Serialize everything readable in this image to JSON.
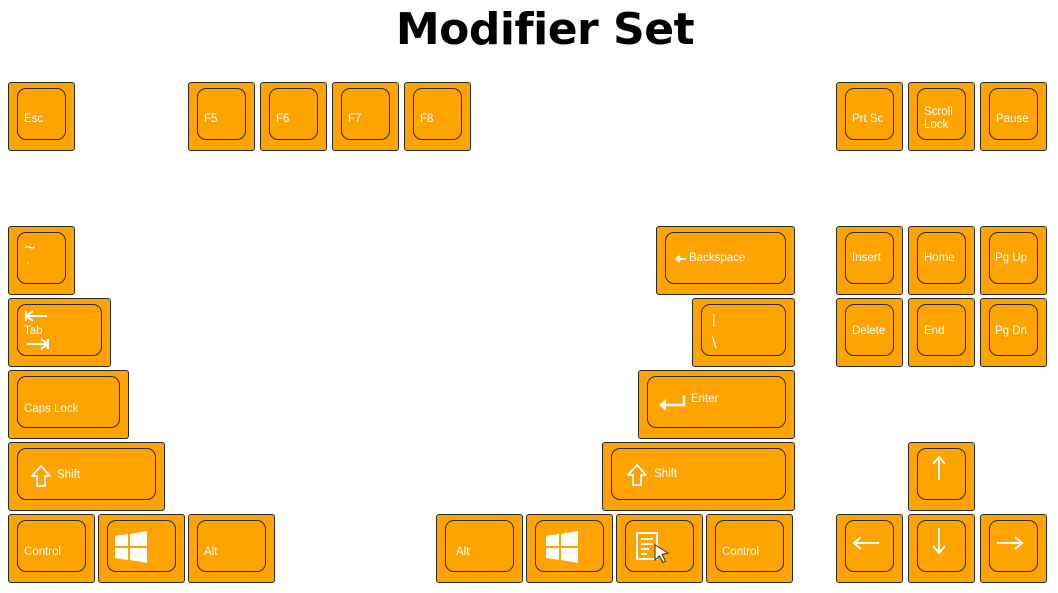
{
  "title": "Modifier Set",
  "colors": {
    "key_fill": "#FFA300",
    "outline": "#2a2a2a",
    "legend": "#ffffff"
  },
  "keys": {
    "esc": "Esc",
    "f5": "F5",
    "f6": "F6",
    "f7": "F7",
    "f8": "F8",
    "prtsc": "Prt Sc",
    "scroll_lock_1": "Scroll",
    "scroll_lock_2": "Lock",
    "pause": "Pause",
    "tilde_top": "~",
    "tilde_bottom": "`",
    "tab": "Tab",
    "caps_lock": "Caps Lock",
    "shift_left": "Shift",
    "control_left": "Control",
    "alt_left": "Alt",
    "backspace": "Backspace",
    "backslash_top": "|",
    "backslash_bottom": "\\",
    "enter": "Enter",
    "shift_right": "Shift",
    "alt_right": "Alt",
    "control_right": "Control",
    "insert": "Insert",
    "home": "Home",
    "pgup": "Pg Up",
    "delete": "Delete",
    "end": "End",
    "pgdn": "Pg Dn"
  },
  "icons": {
    "tab": "tab-arrows-icon",
    "shift": "shift-arrow-icon",
    "windows": "windows-logo-icon",
    "menu": "menu-key-icon",
    "enter": "enter-arrow-icon",
    "backspace": "backspace-arrow-icon",
    "arrows": [
      "arrow-up-icon",
      "arrow-left-icon",
      "arrow-down-icon",
      "arrow-right-icon"
    ]
  }
}
